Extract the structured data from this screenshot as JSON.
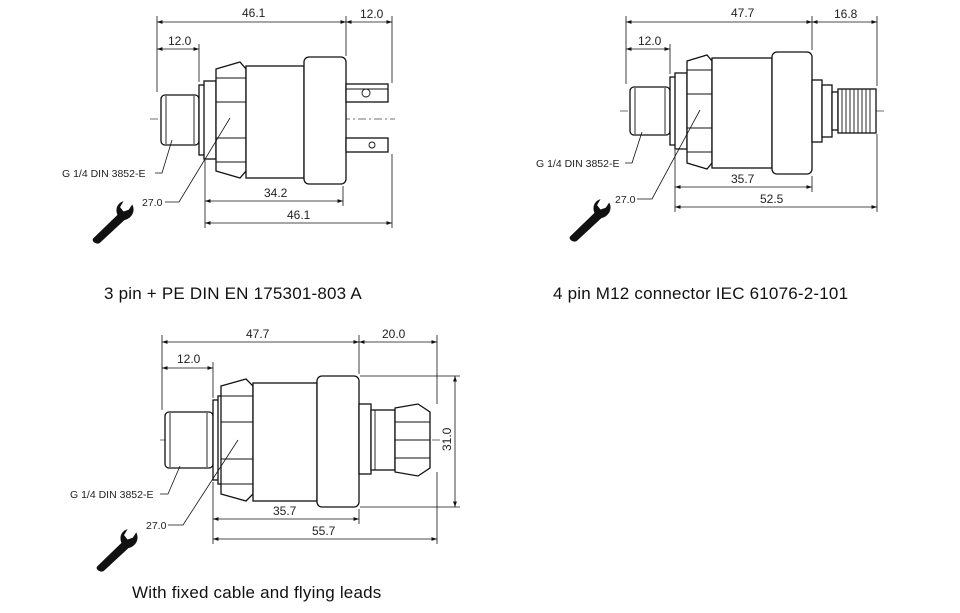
{
  "diagrams": [
    {
      "id": "din-connector",
      "caption": "3 pin + PE DIN EN 175301-803 A",
      "dims": {
        "overall_top": "46.1",
        "connector_top": "12.0",
        "thread_len": "12.0",
        "body_len": "34.2",
        "overall_bottom": "46.1",
        "wrench": "27.0"
      },
      "thread_label": "G 1/4 DIN 3852-E"
    },
    {
      "id": "m12-connector",
      "caption": "4 pin M12 connector IEC 61076-2-101",
      "dims": {
        "overall_top": "47.7",
        "connector_top": "16.8",
        "thread_len": "12.0",
        "body_len": "35.7",
        "overall_bottom": "52.5",
        "wrench": "27.0"
      },
      "thread_label": "G 1/4 DIN 3852-E"
    },
    {
      "id": "cable-version",
      "caption": "With fixed cable and flying leads",
      "dims": {
        "overall_top": "47.7",
        "connector_top": "20.0",
        "thread_len": "12.0",
        "body_len": "35.7",
        "overall_bottom": "55.7",
        "wrench": "27.0",
        "height": "31.0"
      },
      "thread_label": "G 1/4 DIN 3852-E"
    }
  ],
  "icons": [
    "wrench-icon"
  ]
}
